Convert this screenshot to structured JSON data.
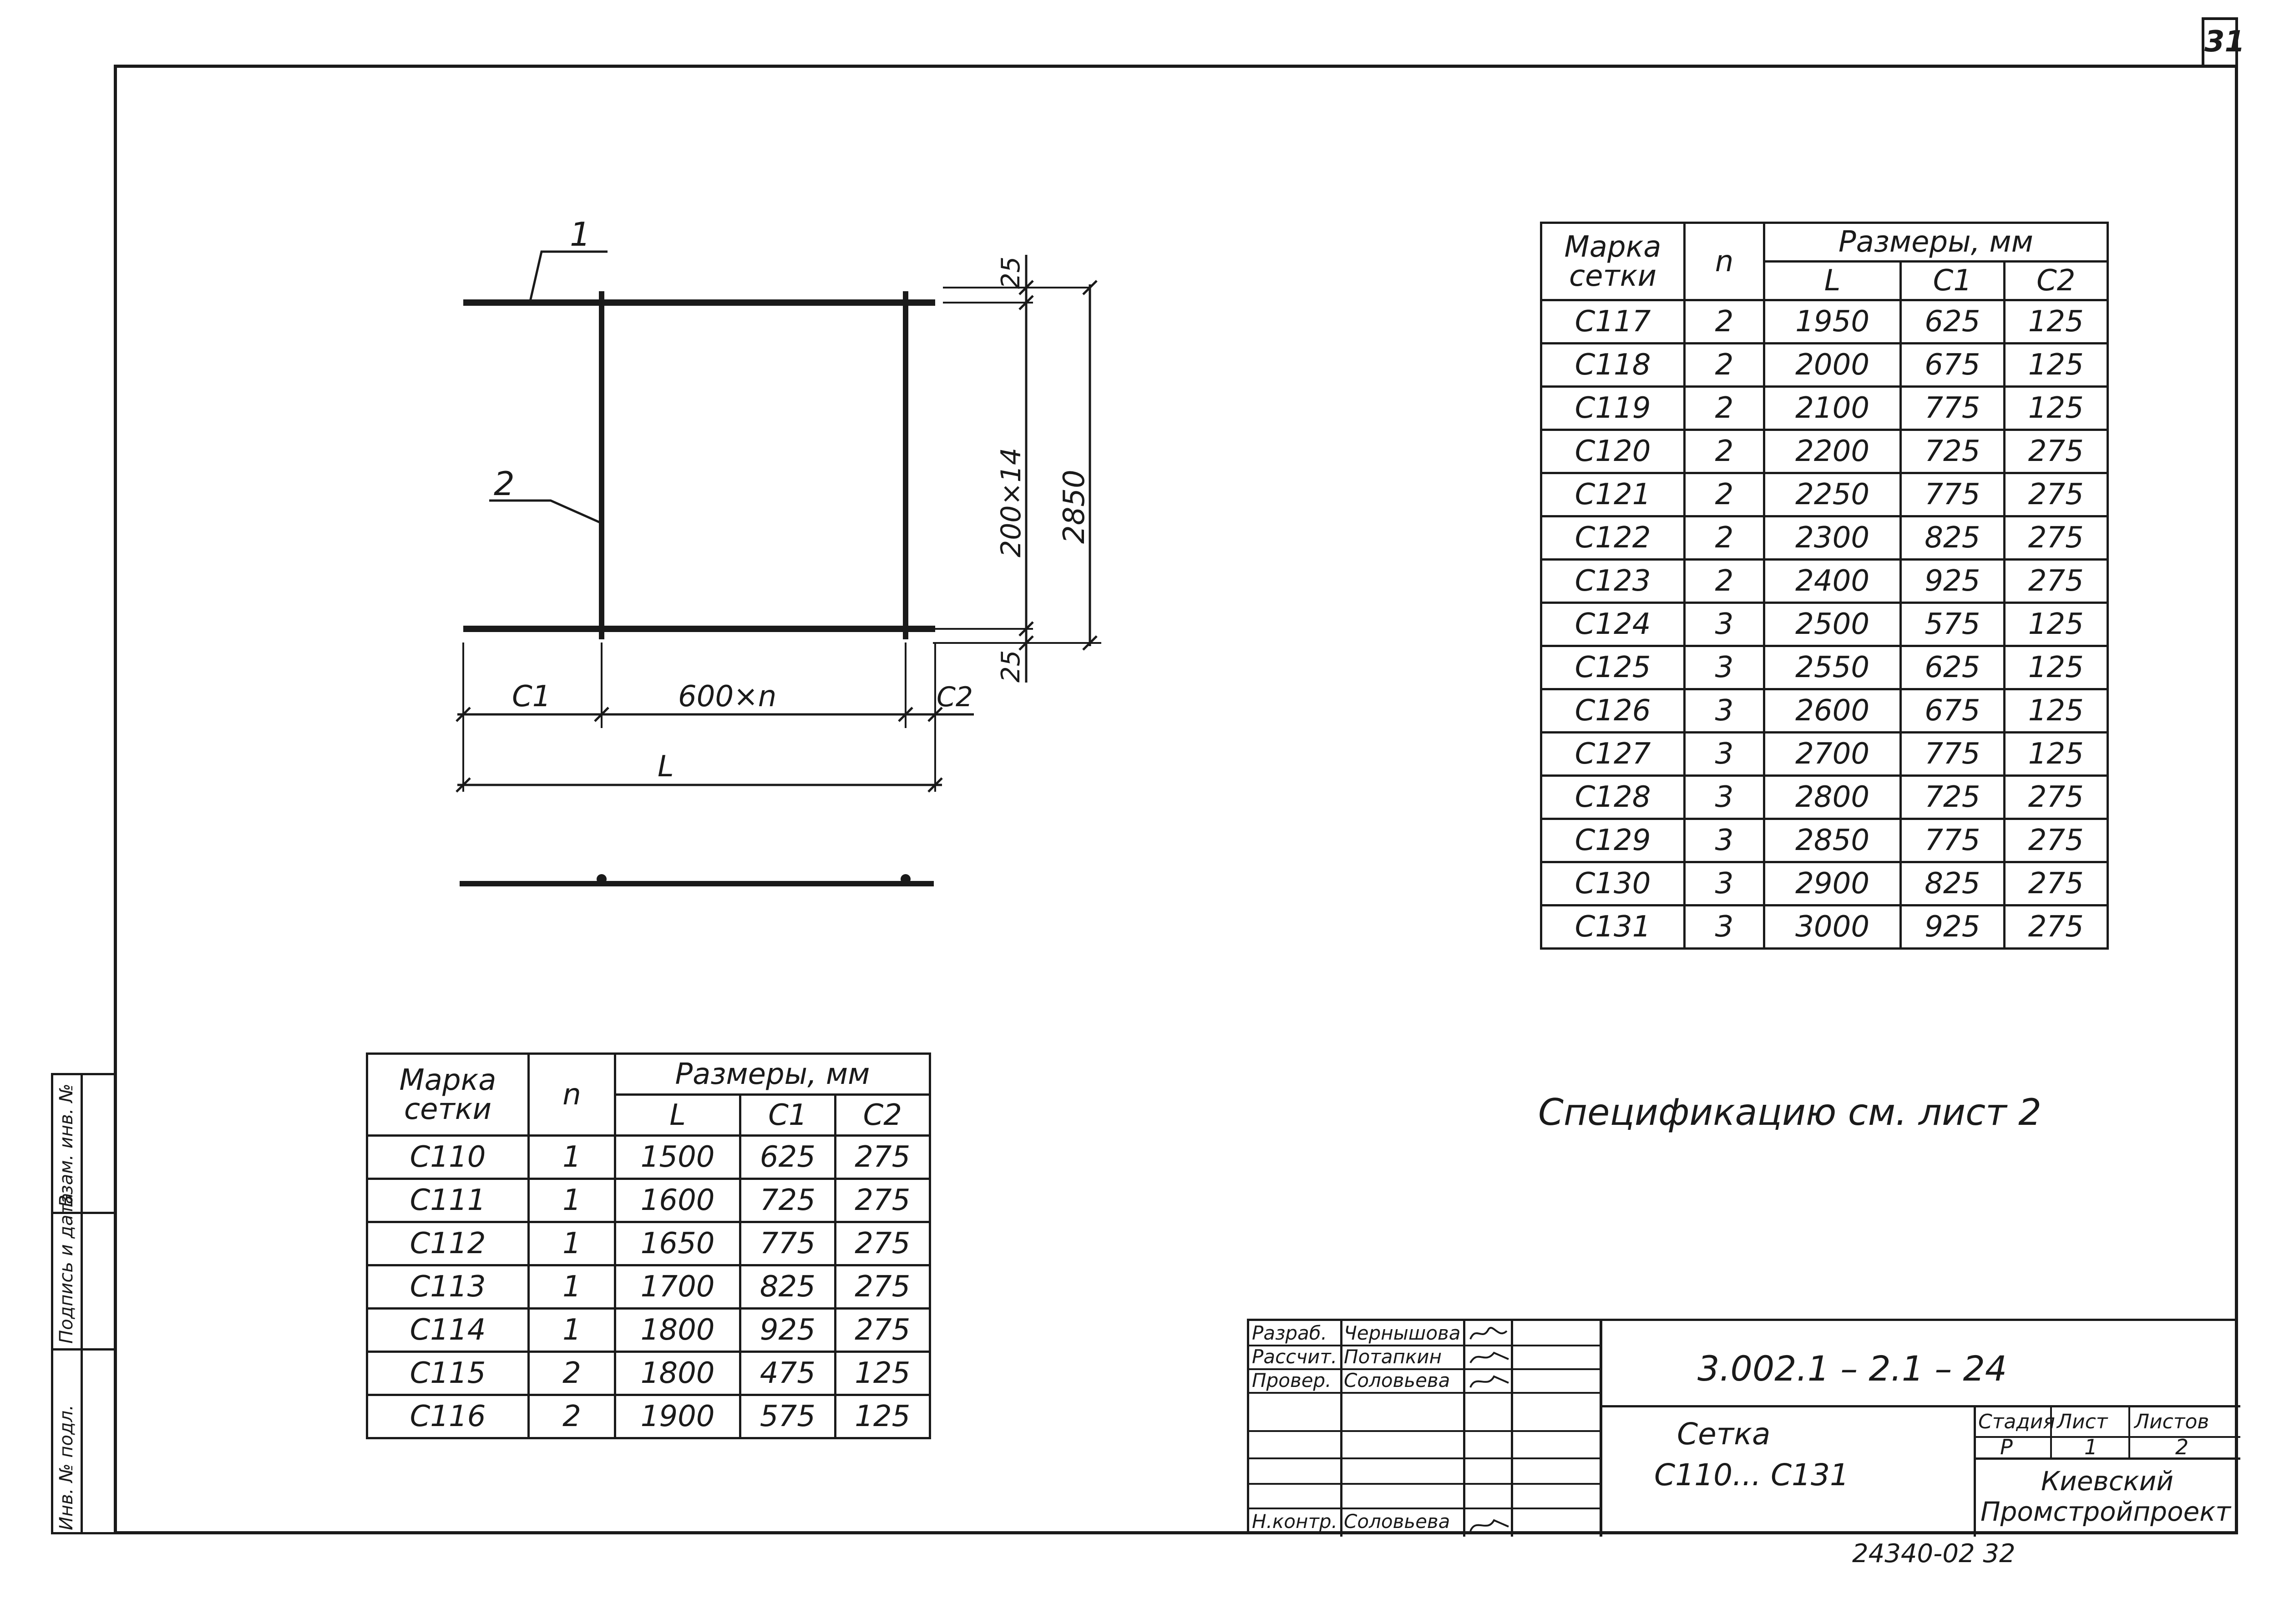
{
  "sheet": {
    "number": "31"
  },
  "drawing": {
    "labels": {
      "pos1": "1",
      "pos2": "2",
      "c1": "C1",
      "c2": "C2",
      "span": "600×n",
      "length": "L",
      "top_gap": "25",
      "bottom_gap": "25",
      "pitch": "200×14",
      "height": "2850"
    }
  },
  "table_top": {
    "col_mark": "Марка сетки",
    "col_n": "n",
    "col_dims": "Размеры, мм",
    "sub_cols": [
      "L",
      "C1",
      "C2"
    ],
    "rows": [
      {
        "mark": "С117",
        "n": "2",
        "L": "1950",
        "c1": "625",
        "c2": "125"
      },
      {
        "mark": "С118",
        "n": "2",
        "L": "2000",
        "c1": "675",
        "c2": "125"
      },
      {
        "mark": "С119",
        "n": "2",
        "L": "2100",
        "c1": "775",
        "c2": "125"
      },
      {
        "mark": "С120",
        "n": "2",
        "L": "2200",
        "c1": "725",
        "c2": "275"
      },
      {
        "mark": "С121",
        "n": "2",
        "L": "2250",
        "c1": "775",
        "c2": "275"
      },
      {
        "mark": "С122",
        "n": "2",
        "L": "2300",
        "c1": "825",
        "c2": "275"
      },
      {
        "mark": "С123",
        "n": "2",
        "L": "2400",
        "c1": "925",
        "c2": "275"
      },
      {
        "mark": "С124",
        "n": "3",
        "L": "2500",
        "c1": "575",
        "c2": "125"
      },
      {
        "mark": "С125",
        "n": "3",
        "L": "2550",
        "c1": "625",
        "c2": "125"
      },
      {
        "mark": "С126",
        "n": "3",
        "L": "2600",
        "c1": "675",
        "c2": "125"
      },
      {
        "mark": "С127",
        "n": "3",
        "L": "2700",
        "c1": "775",
        "c2": "125"
      },
      {
        "mark": "С128",
        "n": "3",
        "L": "2800",
        "c1": "725",
        "c2": "275"
      },
      {
        "mark": "С129",
        "n": "3",
        "L": "2850",
        "c1": "775",
        "c2": "275"
      },
      {
        "mark": "С130",
        "n": "3",
        "L": "2900",
        "c1": "825",
        "c2": "275"
      },
      {
        "mark": "С131",
        "n": "3",
        "L": "3000",
        "c1": "925",
        "c2": "275"
      }
    ]
  },
  "table_bottom": {
    "col_mark": "Марка сетки",
    "col_n": "n",
    "col_dims": "Размеры, мм",
    "sub_cols": [
      "L",
      "C1",
      "C2"
    ],
    "rows": [
      {
        "mark": "С110",
        "n": "1",
        "L": "1500",
        "c1": "625",
        "c2": "275"
      },
      {
        "mark": "С111",
        "n": "1",
        "L": "1600",
        "c1": "725",
        "c2": "275"
      },
      {
        "mark": "С112",
        "n": "1",
        "L": "1650",
        "c1": "775",
        "c2": "275"
      },
      {
        "mark": "С113",
        "n": "1",
        "L": "1700",
        "c1": "825",
        "c2": "275"
      },
      {
        "mark": "С114",
        "n": "1",
        "L": "1800",
        "c1": "925",
        "c2": "275"
      },
      {
        "mark": "С115",
        "n": "2",
        "L": "1800",
        "c1": "475",
        "c2": "125"
      },
      {
        "mark": "С116",
        "n": "2",
        "L": "1900",
        "c1": "575",
        "c2": "125"
      }
    ]
  },
  "note": "Спецификацию см. лист 2",
  "stamp": {
    "roles": [
      "Разраб.",
      "Рассчит.",
      "Провер.",
      "Н.контр."
    ],
    "names": [
      "Чернышова",
      "Потапкин",
      "Соловьева",
      "Соловьева"
    ],
    "doc_code": "3.002.1 – 2.1 – 24",
    "title_line1": "Сетка",
    "title_line2": "С110... С131",
    "stage_label": "Стадия",
    "sheet_label": "Лист",
    "sheets_label": "Листов",
    "stage_value": "Р",
    "sheet_value": "1",
    "sheets_value": "2",
    "org_line1": "Киевский",
    "org_line2": "Промстройпроект"
  },
  "sidebar": {
    "labels": [
      "Инв. № подл.",
      "Подпись и дата",
      "Взам. инв. №"
    ]
  },
  "bottom_code": "24340-02  32"
}
